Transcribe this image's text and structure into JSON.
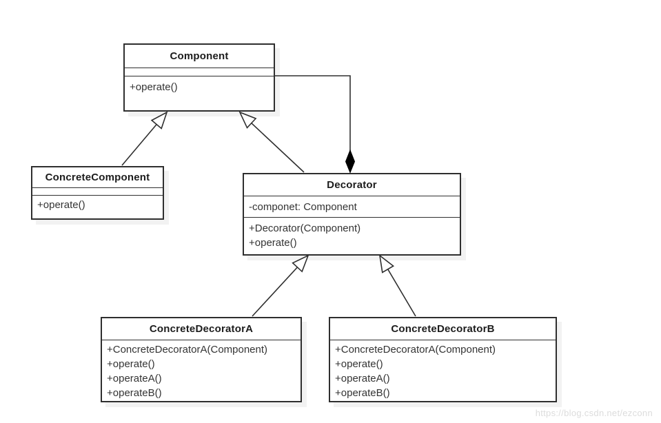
{
  "diagram": {
    "type": "uml-class-diagram",
    "pattern": "Decorator",
    "classes": {
      "component": {
        "name": "Component",
        "attributes": [],
        "methods": [
          "+operate()"
        ]
      },
      "concrete_component": {
        "name": "ConcreteComponent",
        "attributes": [],
        "methods": [
          "+operate()"
        ]
      },
      "decorator": {
        "name": "Decorator",
        "attributes": [
          "-componet: Component"
        ],
        "methods": [
          "+Decorator(Component)",
          "+operate()"
        ]
      },
      "concrete_decorator_a": {
        "name": "ConcreteDecoratorA",
        "attributes": [],
        "methods": [
          "+ConcreteDecoratorA(Component)",
          "+operate()",
          "+operateA()",
          "+operateB()"
        ]
      },
      "concrete_decorator_b": {
        "name": "ConcreteDecoratorB",
        "attributes": [],
        "methods": [
          "+ConcreteDecoratorA(Component)",
          "+operate()",
          "+operateA()",
          "+operateB()"
        ]
      }
    },
    "relations": [
      {
        "from": "ConcreteComponent",
        "to": "Component",
        "type": "generalization"
      },
      {
        "from": "Decorator",
        "to": "Component",
        "type": "generalization"
      },
      {
        "from": "Decorator",
        "to": "Component",
        "type": "composition"
      },
      {
        "from": "ConcreteDecoratorA",
        "to": "Decorator",
        "type": "generalization"
      },
      {
        "from": "ConcreteDecoratorB",
        "to": "Decorator",
        "type": "generalization"
      }
    ],
    "watermark": "https://blog.csdn.net/ezconn",
    "colors": {
      "border": "#2e2e2e",
      "text": "#333333",
      "shadow": "#f2f2f2",
      "watermark": "#dcdcdc",
      "background": "#ffffff"
    }
  }
}
